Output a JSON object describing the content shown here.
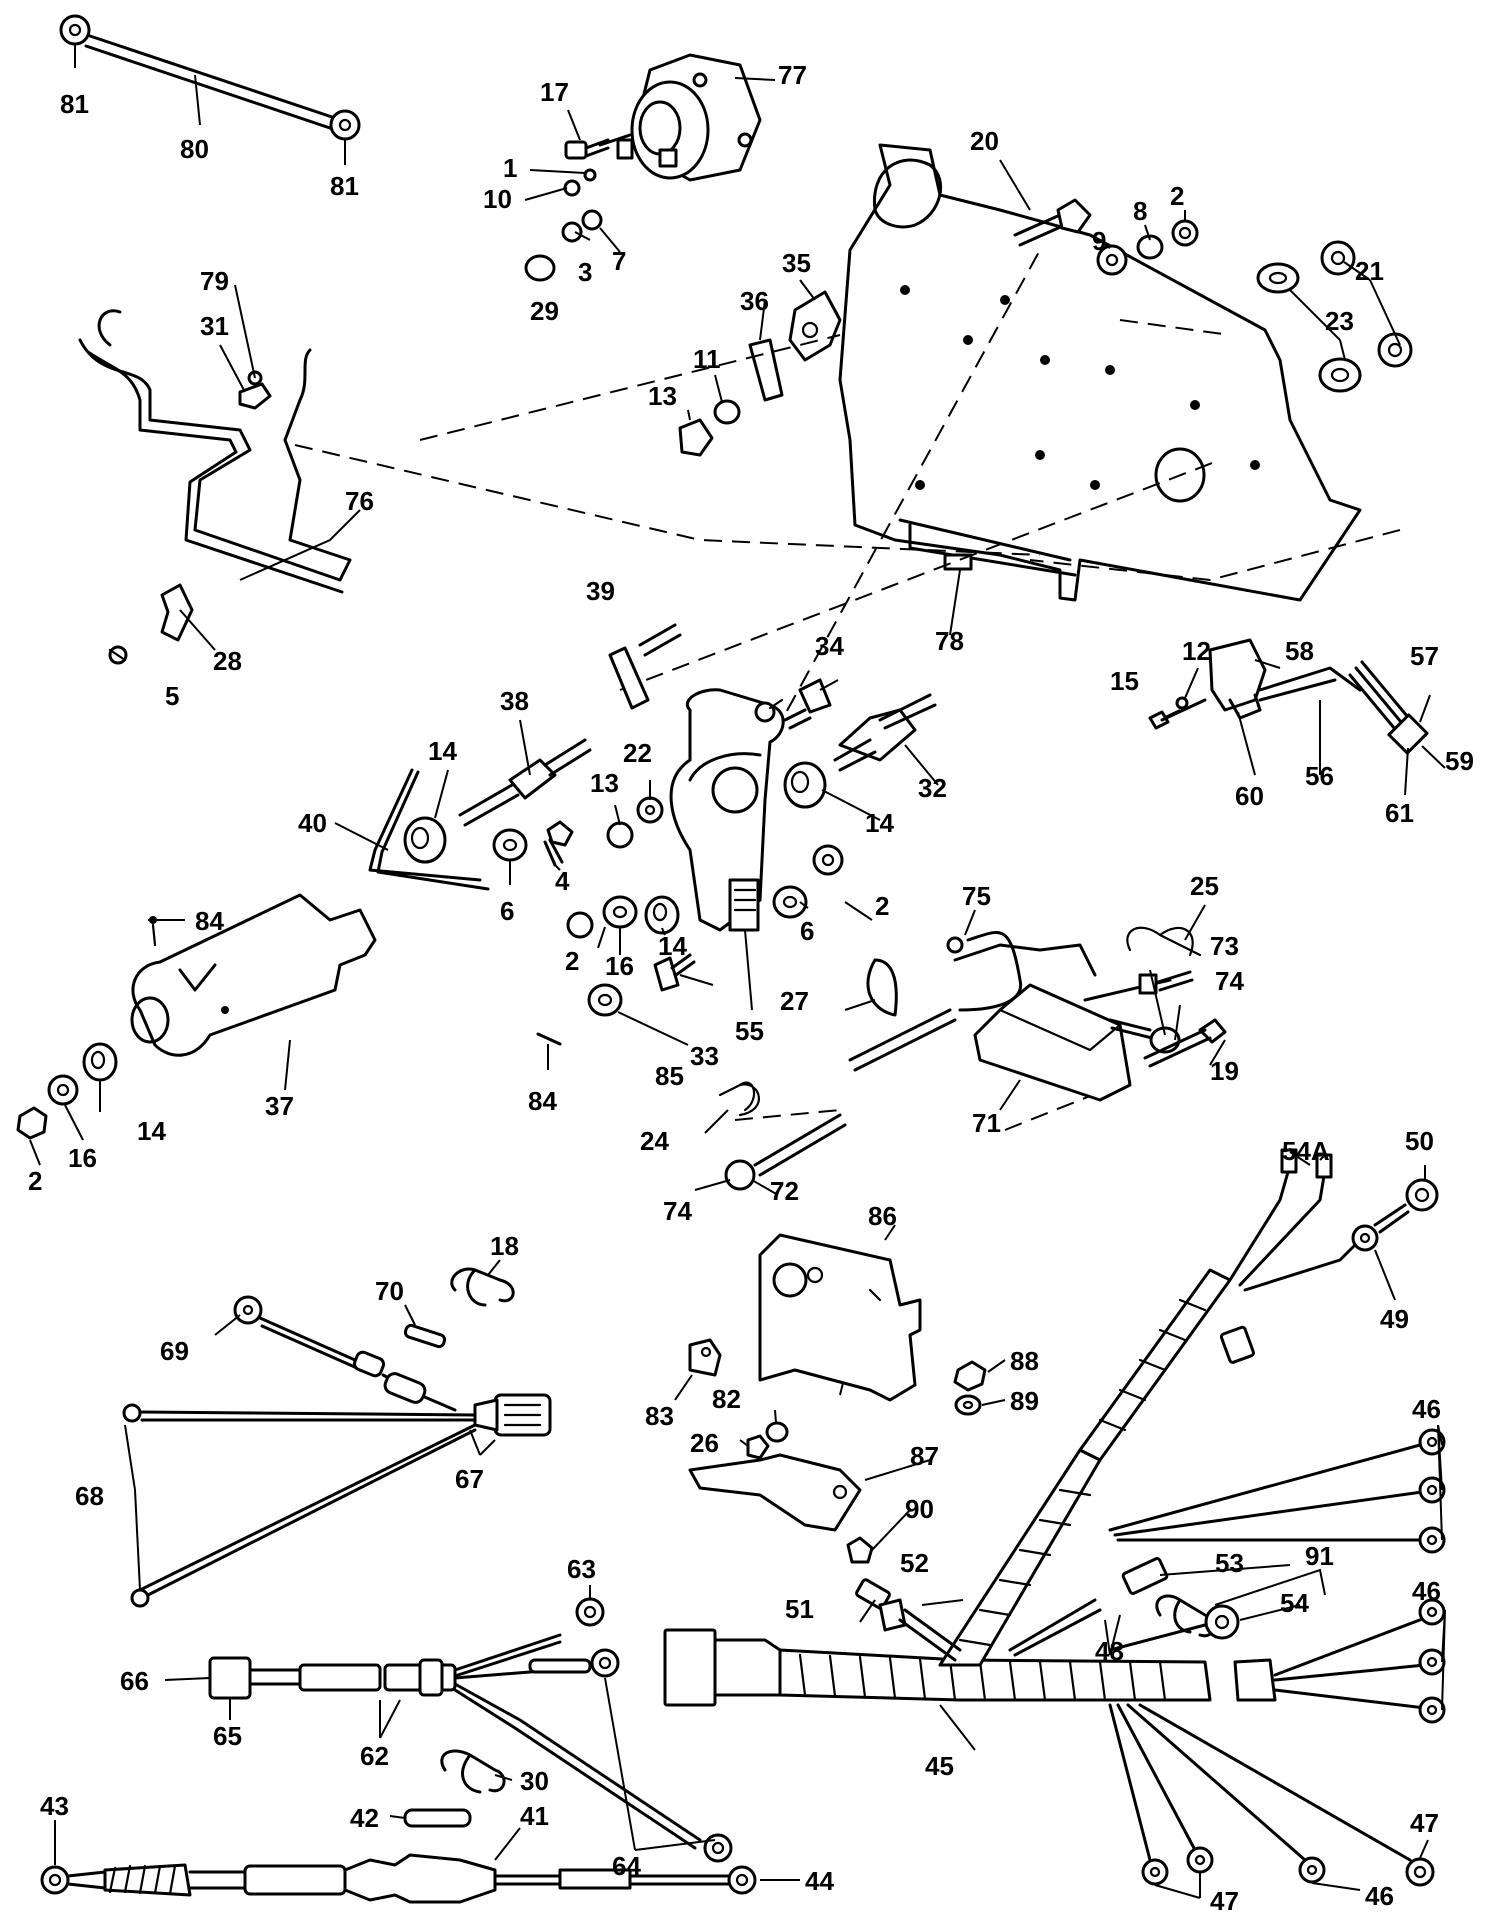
{
  "parts": [
    {
      "id": "p81a",
      "text": "81"
    },
    {
      "id": "p80",
      "text": "80"
    },
    {
      "id": "p81b",
      "text": "81"
    },
    {
      "id": "p17",
      "text": "17"
    },
    {
      "id": "p77",
      "text": "77"
    },
    {
      "id": "p1",
      "text": "1"
    },
    {
      "id": "p10",
      "text": "10"
    },
    {
      "id": "p3",
      "text": "3"
    },
    {
      "id": "p7",
      "text": "7"
    },
    {
      "id": "p29",
      "text": "29"
    },
    {
      "id": "p20",
      "text": "20"
    },
    {
      "id": "p8",
      "text": "8"
    },
    {
      "id": "p2a",
      "text": "2"
    },
    {
      "id": "p9",
      "text": "9"
    },
    {
      "id": "p21",
      "text": "21"
    },
    {
      "id": "p23",
      "text": "23"
    },
    {
      "id": "p35",
      "text": "35"
    },
    {
      "id": "p36",
      "text": "36"
    },
    {
      "id": "p11",
      "text": "11"
    },
    {
      "id": "p13a",
      "text": "13"
    },
    {
      "id": "p79",
      "text": "79"
    },
    {
      "id": "p31",
      "text": "31"
    },
    {
      "id": "p76",
      "text": "76"
    },
    {
      "id": "p28",
      "text": "28"
    },
    {
      "id": "p5",
      "text": "5"
    },
    {
      "id": "p39",
      "text": "39"
    },
    {
      "id": "p78",
      "text": "78"
    },
    {
      "id": "p34",
      "text": "34"
    },
    {
      "id": "p38",
      "text": "38"
    },
    {
      "id": "p14a",
      "text": "14"
    },
    {
      "id": "p22",
      "text": "22"
    },
    {
      "id": "p13b",
      "text": "13"
    },
    {
      "id": "p32",
      "text": "32"
    },
    {
      "id": "p14b",
      "text": "14"
    },
    {
      "id": "p40",
      "text": "40"
    },
    {
      "id": "p4",
      "text": "4"
    },
    {
      "id": "p6a",
      "text": "6"
    },
    {
      "id": "p84a",
      "text": "84"
    },
    {
      "id": "p14c",
      "text": "14"
    },
    {
      "id": "p2b",
      "text": "2"
    },
    {
      "id": "p6b",
      "text": "6"
    },
    {
      "id": "p2c",
      "text": "2"
    },
    {
      "id": "p16a",
      "text": "16"
    },
    {
      "id": "p33",
      "text": "33"
    },
    {
      "id": "p55",
      "text": "55"
    },
    {
      "id": "p85",
      "text": "85"
    },
    {
      "id": "p37",
      "text": "37"
    },
    {
      "id": "p84b",
      "text": "84"
    },
    {
      "id": "p14d",
      "text": "14"
    },
    {
      "id": "p16b",
      "text": "16"
    },
    {
      "id": "p2d",
      "text": "2"
    },
    {
      "id": "p12",
      "text": "12"
    },
    {
      "id": "p58",
      "text": "58"
    },
    {
      "id": "p57",
      "text": "57"
    },
    {
      "id": "p15",
      "text": "15"
    },
    {
      "id": "p59",
      "text": "59"
    },
    {
      "id": "p60",
      "text": "60"
    },
    {
      "id": "p56",
      "text": "56"
    },
    {
      "id": "p61",
      "text": "61"
    },
    {
      "id": "p75",
      "text": "75"
    },
    {
      "id": "p25",
      "text": "25"
    },
    {
      "id": "p73",
      "text": "73"
    },
    {
      "id": "p74a",
      "text": "74"
    },
    {
      "id": "p27",
      "text": "27"
    },
    {
      "id": "p19",
      "text": "19"
    },
    {
      "id": "p71",
      "text": "71"
    },
    {
      "id": "p24",
      "text": "24"
    },
    {
      "id": "p74b",
      "text": "74"
    },
    {
      "id": "p72",
      "text": "72"
    },
    {
      "id": "p54A",
      "text": "54A"
    },
    {
      "id": "p50",
      "text": "50"
    },
    {
      "id": "p86",
      "text": "86"
    },
    {
      "id": "p49",
      "text": "49"
    },
    {
      "id": "p18",
      "text": "18"
    },
    {
      "id": "p70",
      "text": "70"
    },
    {
      "id": "p69",
      "text": "69"
    },
    {
      "id": "p88",
      "text": "88"
    },
    {
      "id": "p89",
      "text": "89"
    },
    {
      "id": "p83",
      "text": "83"
    },
    {
      "id": "p82",
      "text": "82"
    },
    {
      "id": "p26",
      "text": "26"
    },
    {
      "id": "p87",
      "text": "87"
    },
    {
      "id": "p67",
      "text": "67"
    },
    {
      "id": "p68",
      "text": "68"
    },
    {
      "id": "p46a",
      "text": "46"
    },
    {
      "id": "p90",
      "text": "90"
    },
    {
      "id": "p53",
      "text": "53"
    },
    {
      "id": "p91",
      "text": "91"
    },
    {
      "id": "p63",
      "text": "63"
    },
    {
      "id": "p52",
      "text": "52"
    },
    {
      "id": "p51",
      "text": "51"
    },
    {
      "id": "p54",
      "text": "54"
    },
    {
      "id": "p48",
      "text": "48"
    },
    {
      "id": "p46b",
      "text": "46"
    },
    {
      "id": "p66",
      "text": "66"
    },
    {
      "id": "p62",
      "text": "62"
    },
    {
      "id": "p65",
      "text": "65"
    },
    {
      "id": "p45",
      "text": "45"
    },
    {
      "id": "p30",
      "text": "30"
    },
    {
      "id": "p42",
      "text": "42"
    },
    {
      "id": "p41",
      "text": "41"
    },
    {
      "id": "p43",
      "text": "43"
    },
    {
      "id": "p64",
      "text": "64"
    },
    {
      "id": "p47a",
      "text": "47"
    },
    {
      "id": "p44",
      "text": "44"
    },
    {
      "id": "p47b",
      "text": "47"
    },
    {
      "id": "p46c",
      "text": "46"
    }
  ]
}
